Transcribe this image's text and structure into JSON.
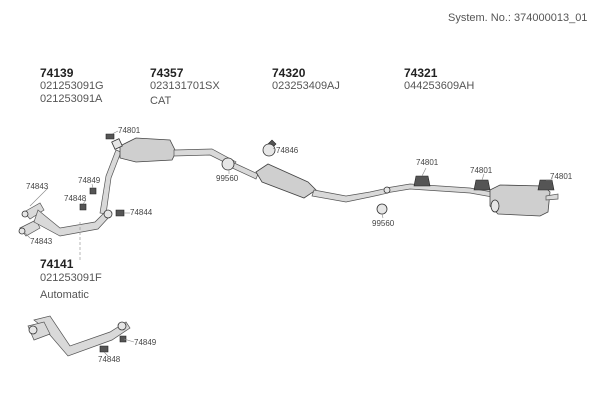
{
  "system_number": "System. No.: 374000013_01",
  "groups": [
    {
      "id": "74139",
      "lines": [
        "021253091G",
        "021253091A"
      ]
    },
    {
      "id": "74357",
      "lines": [
        "023131701SX",
        "CAT"
      ]
    },
    {
      "id": "74320",
      "lines": [
        "023253409AJ"
      ]
    },
    {
      "id": "74321",
      "lines": [
        "044253609AH"
      ]
    },
    {
      "id": "74141",
      "lines": [
        "021253091F",
        "Automatic"
      ]
    }
  ],
  "callouts": {
    "c74801_a": "74801",
    "c74801_b": "74801",
    "c74801_c": "74801",
    "c74801_d": "74801",
    "c74846": "74846",
    "c99560_a": "99560",
    "c99560_b": "99560",
    "c74849_a": "74849",
    "c74848_a": "74848",
    "c74843_a": "74843",
    "c74843_b": "74843",
    "c74844": "74844",
    "c74849_b": "74849",
    "c74848_b": "74848"
  }
}
